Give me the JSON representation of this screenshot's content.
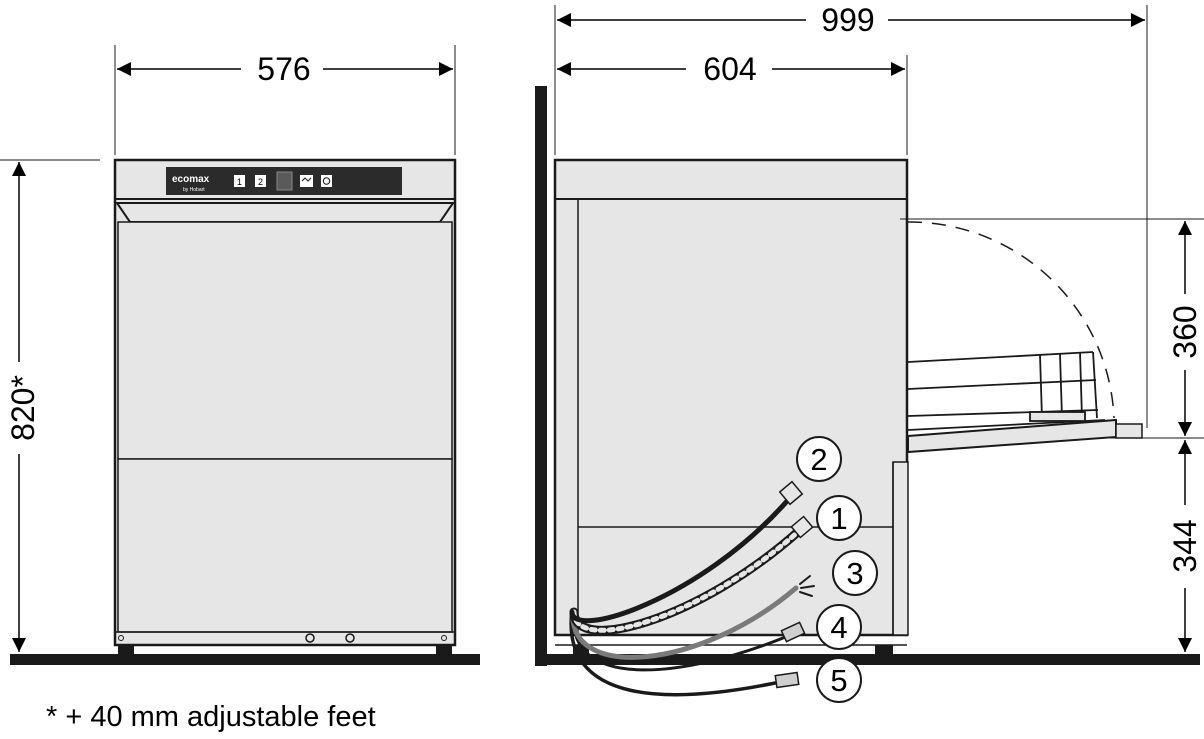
{
  "dimensions": {
    "front_width": "576",
    "height": "820*",
    "total_depth": "999",
    "body_depth": "604",
    "door_swing": "360",
    "door_height": "344"
  },
  "panel": {
    "brand": "ecomax",
    "sub_brand": "by Hobart",
    "button_1": "1",
    "button_2": "2"
  },
  "callouts": [
    "2",
    "1",
    "3",
    "4",
    "5"
  ],
  "footnote": "* + 40 mm adjustable feet",
  "colors": {
    "body": "#e6e6e6",
    "outline": "#1a1a1a",
    "panel": "#2b2b2b",
    "drain_hose": "#7a7a7a"
  }
}
